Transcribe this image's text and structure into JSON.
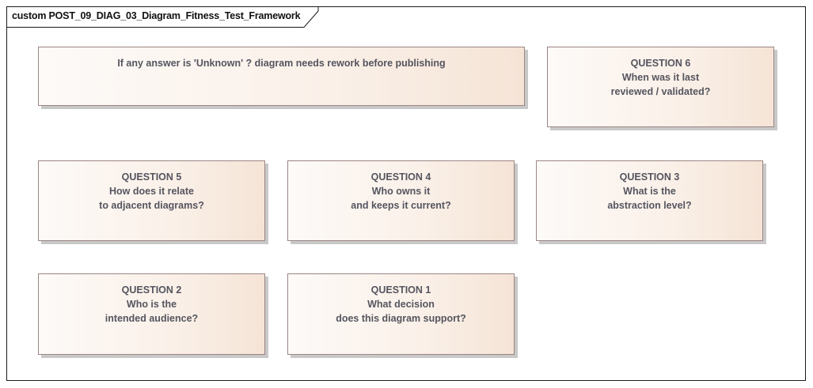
{
  "diagram": {
    "frame_title": "custom POST_09_DIAG_03_Diagram_Fitness_Test_Framework",
    "note": {
      "text": "If any answer is 'Unknown' ? diagram needs rework before publishing"
    },
    "questions": [
      {
        "heading": "QUESTION 6",
        "line1": "When was it last",
        "line2": "reviewed / validated?"
      },
      {
        "heading": "QUESTION 5",
        "line1": "How does it relate",
        "line2": "to adjacent diagrams?"
      },
      {
        "heading": "QUESTION 4",
        "line1": "Who owns it",
        "line2": "and keeps it current?"
      },
      {
        "heading": "QUESTION 3",
        "line1": "What is the",
        "line2": "abstraction level?"
      },
      {
        "heading": "QUESTION 2",
        "line1": "Who is the",
        "line2": "intended audience?"
      },
      {
        "heading": "QUESTION 1",
        "line1": "What decision",
        "line2": "does this diagram support?"
      }
    ],
    "colors": {
      "box_border": "#9c8484",
      "box_fill_start": "#fdfaf8",
      "box_fill_end": "#f5e4d6",
      "box_text": "#55555f",
      "shadow": "#c8c8c8",
      "frame_border": "#1a1a1a"
    }
  }
}
